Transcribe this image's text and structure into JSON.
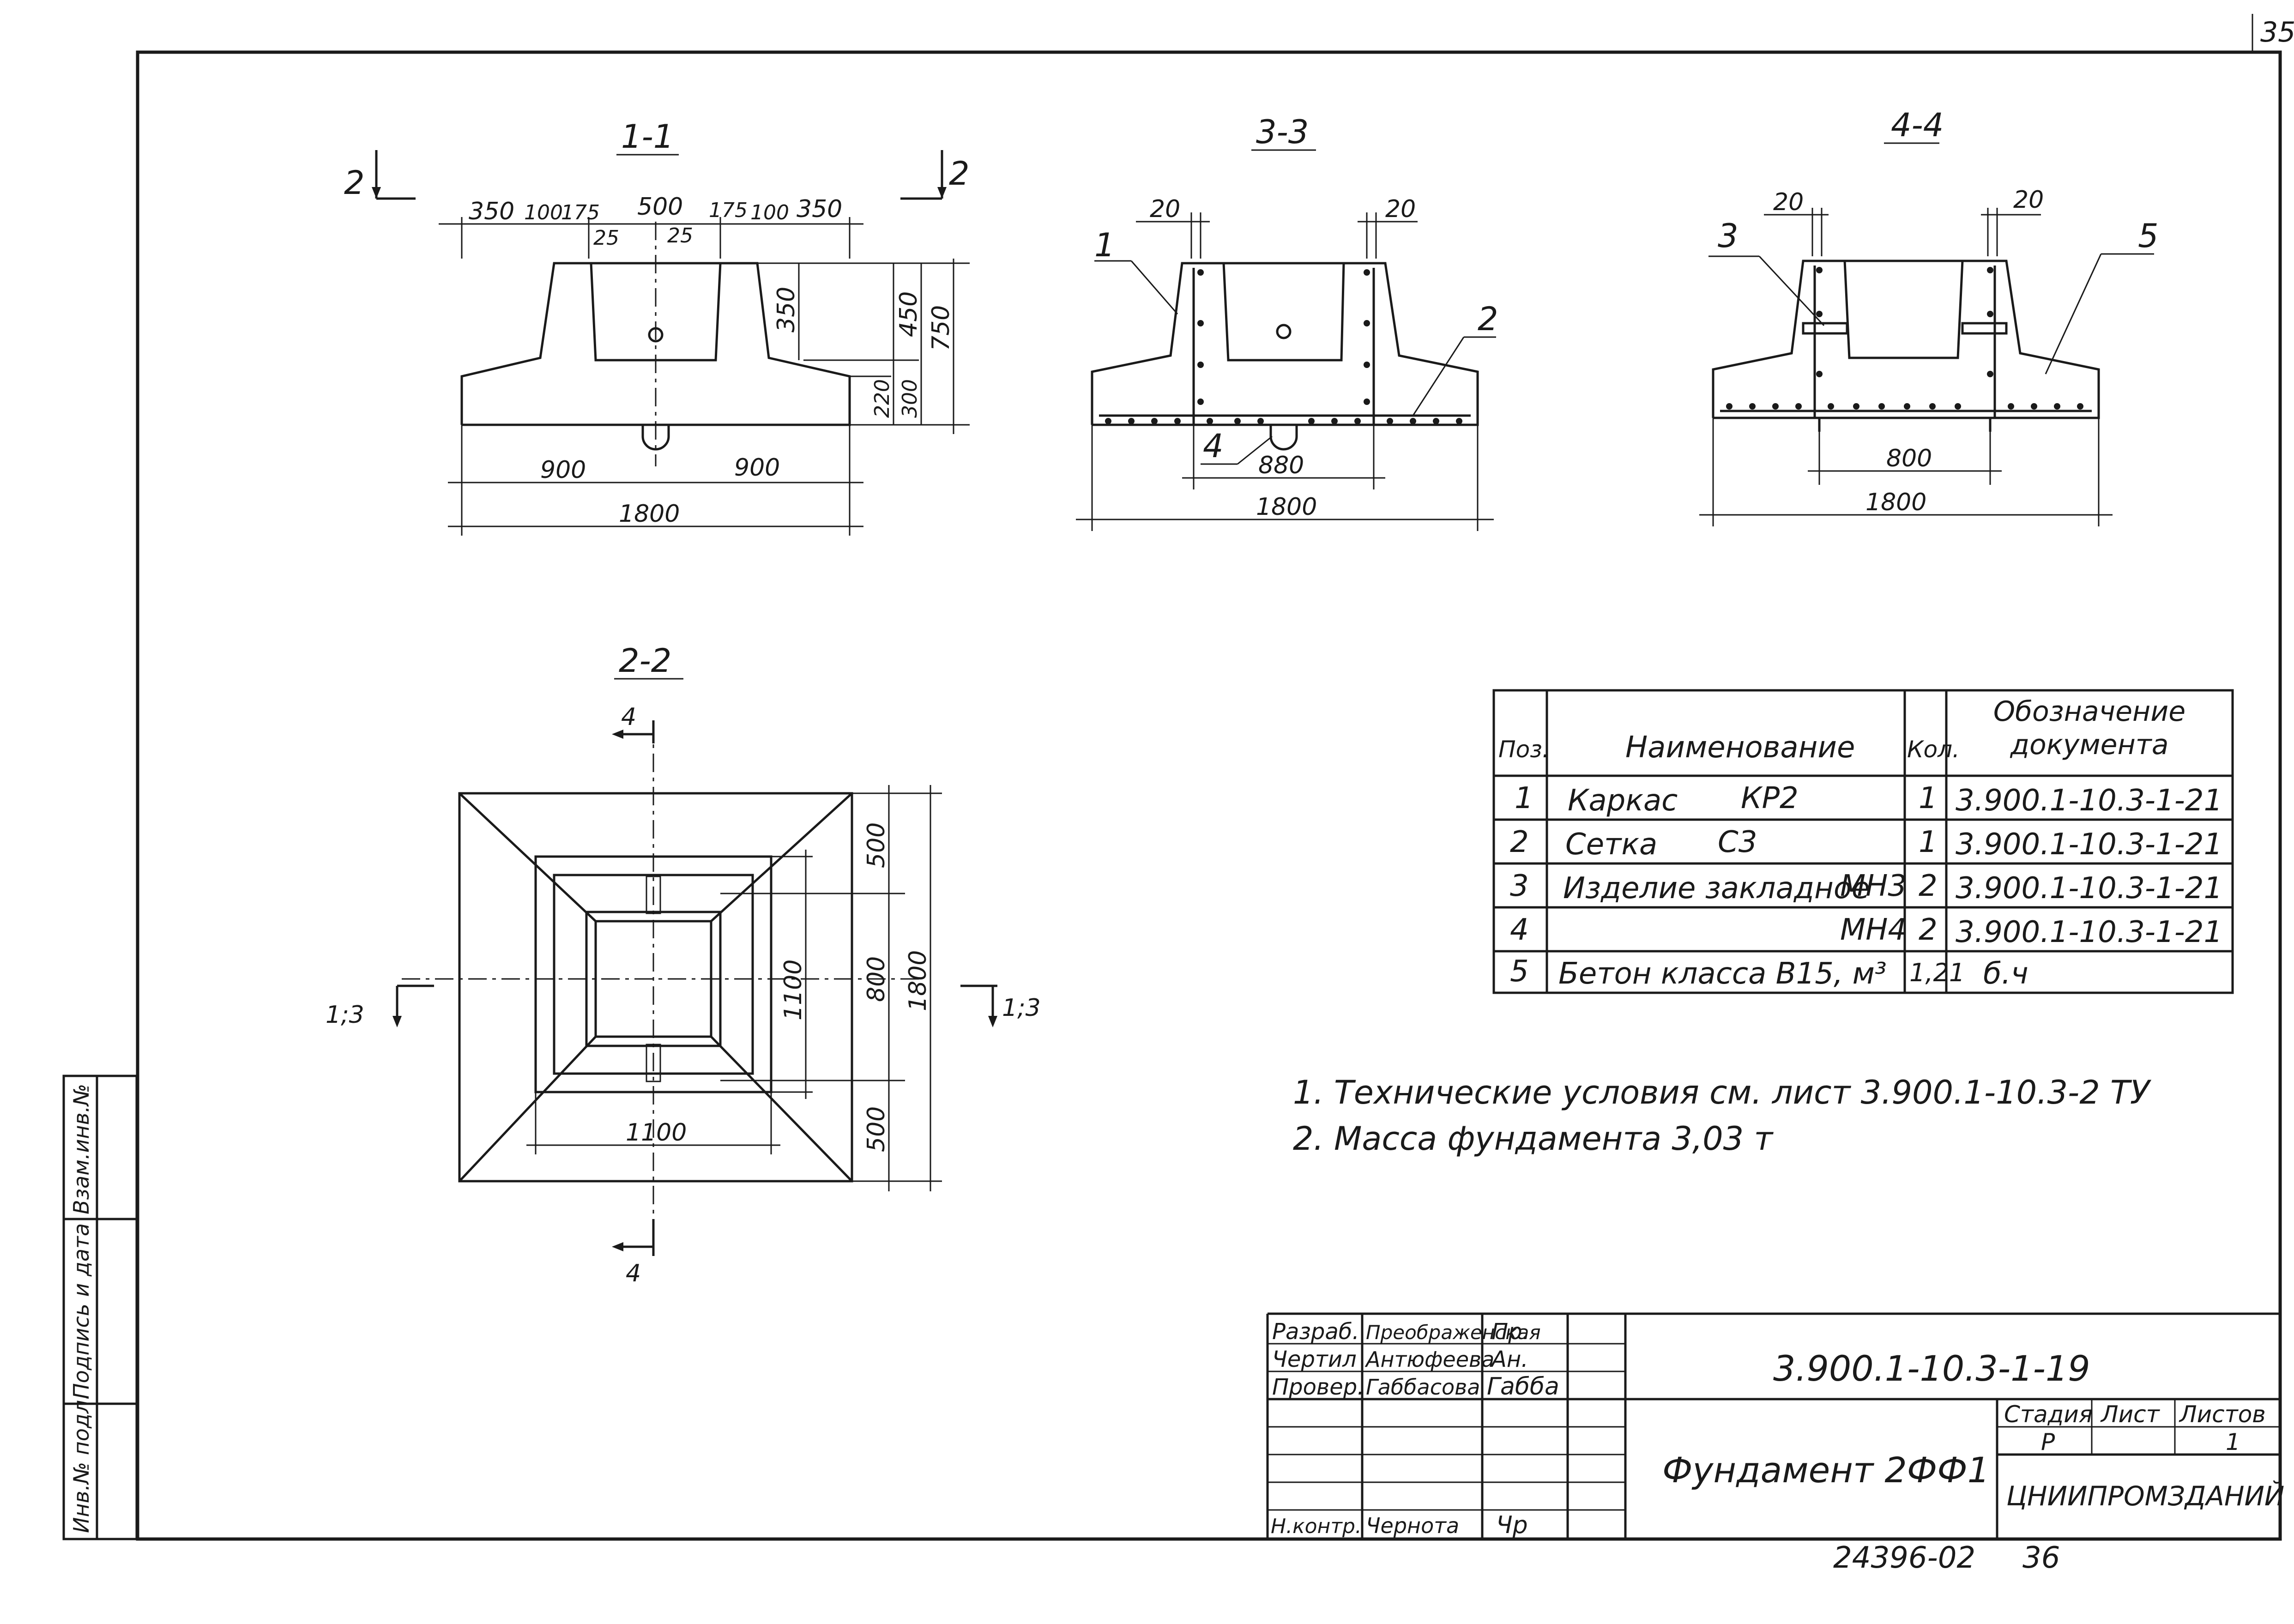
{
  "page_number": "35",
  "sections": {
    "s11": {
      "title": "1-1",
      "cut_left": "2",
      "cut_right": "2",
      "dims_top": [
        "350",
        "100",
        "175",
        "500",
        "175",
        "100",
        "350"
      ],
      "dim_25a": "25",
      "dim_25b": "25",
      "dims_right": [
        "350",
        "450",
        "750",
        "220",
        "300"
      ],
      "dims_bottom": [
        "900",
        "900"
      ],
      "dim_total": "1800"
    },
    "s33": {
      "title": "3-3",
      "dim_20a": "20",
      "dim_20b": "20",
      "pos1": "1",
      "pos2": "2",
      "pos4": "4",
      "dim_880": "880",
      "dim_total": "1800"
    },
    "s44": {
      "title": "4-4",
      "dim_20a": "20",
      "dim_20b": "20",
      "pos3": "3",
      "pos5": "5",
      "dim_800": "800",
      "dim_total": "1800"
    },
    "s22": {
      "title": "2-2",
      "cut_top": "4",
      "cut_bottom": "4",
      "cut_left": "1;3",
      "cut_right": "1;3",
      "dims_right": [
        "500",
        "800",
        "500"
      ],
      "dim_1100v": "1100",
      "dim_1800v": "1800",
      "dim_1100h": "1100"
    }
  },
  "spec_table": {
    "headers": {
      "pos": "Поз.",
      "name": "Наименование",
      "qty": "Кол.",
      "doc": "Обозначение документа"
    },
    "rows": [
      {
        "pos": "1",
        "name": "Каркас",
        "mark": "КР2",
        "qty": "1",
        "doc": "3.900.1-10.3-1-21"
      },
      {
        "pos": "2",
        "name": "Сетка",
        "mark": "С3",
        "qty": "1",
        "doc": "3.900.1-10.3-1-21"
      },
      {
        "pos": "3",
        "name": "Изделие закладное",
        "mark": "МН3",
        "qty": "2",
        "doc": "3.900.1-10.3-1-21"
      },
      {
        "pos": "4",
        "name": "",
        "mark": "МН4",
        "qty": "2",
        "doc": "3.900.1-10.3-1-21"
      },
      {
        "pos": "5",
        "name": "Бетон класса В15, м³",
        "mark": "",
        "qty": "1,21",
        "doc": "б.ч"
      }
    ]
  },
  "notes": [
    "1. Технические условия см. лист 3.900.1-10.3-2 ТУ",
    "2. Масса фундамента 3,03 т"
  ],
  "title_block": {
    "people": [
      {
        "role": "Разраб.",
        "name": "Преображенская",
        "sign": "Пр."
      },
      {
        "role": "Чертил",
        "name": "Антюфеева",
        "sign": "Ан."
      },
      {
        "role": "Провер.",
        "name": "Габбасова",
        "sign": "Габба"
      },
      {
        "role": "Н.контр.",
        "name": "Чернота",
        "sign": "Чр"
      }
    ],
    "doc_code": "3.900.1-10.3-1-19",
    "drawing_name": "Фундамент 2ФФ1",
    "stage_label": "Стадия",
    "sheet_label": "Лист",
    "sheets_label": "Листов",
    "stage": "Р",
    "sheets": "1",
    "org": "ЦНИИПРОМЗДАНИЙ"
  },
  "side_stamp": [
    "Инв.№ подл.",
    "Подпись и дата",
    "Взам.инв.№"
  ],
  "bottom_code": "24396-02",
  "bottom_num": "36"
}
